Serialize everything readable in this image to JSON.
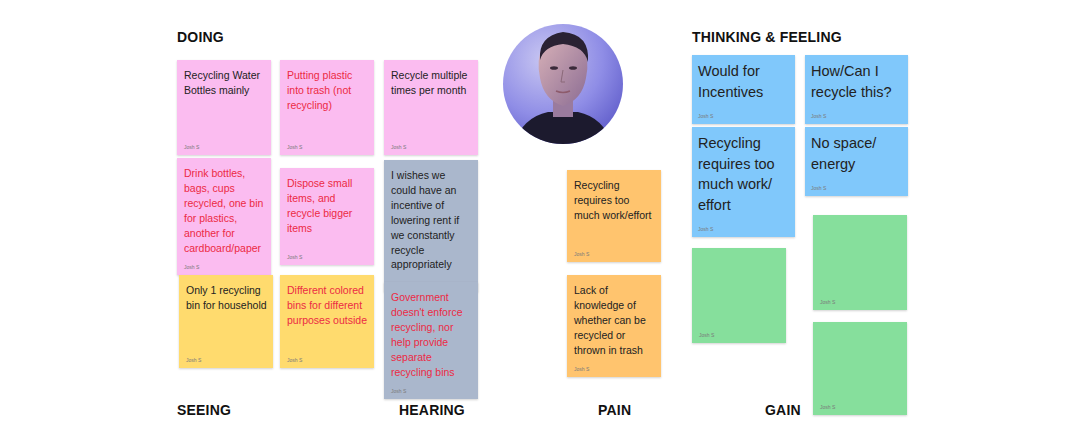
{
  "diagram": {
    "nodes": [
      {
        "text": [
          "Recycling Water Bottles mainly",
          "Josh S"
        ]
      },
      {
        "text": [
          "Putting plastic into trash (not recycling)",
          "Josh S"
        ]
      },
      {
        "text": [
          "Recycle multiple times per month",
          "Josh S"
        ]
      },
      {
        "text": [
          "Drink bottles, bags, cups recycled, one bin for plastics, another for cardboard/paper",
          "Josh S"
        ]
      },
      {
        "text": [
          "Dispose small items, and recycle bigger items",
          "Josh S"
        ]
      },
      {
        "text": [
          "I wishes we could have an incentive of lowering rent if we constantly recycle appropriately",
          "Josh S"
        ]
      },
      {
        "text": [
          "Only 1 recycling bin for household",
          "Josh S"
        ]
      },
      {
        "text": [
          "Different colored bins for different purposes outside",
          "Josh S"
        ]
      },
      {
        "text": [
          "Government doesn't enforce recycling, nor help provide separate recycling bins",
          "Josh S"
        ]
      },
      {
        "text": [
          "Recycling requires too much work/effort",
          "Josh S"
        ]
      },
      {
        "text": [
          "Lack of knowledge of whether can be recycled or thrown in trash",
          "Josh S"
        ]
      },
      {
        "text": [
          "Would for Incentives",
          "Josh S"
        ]
      },
      {
        "text": [
          "How/Can I recycle this?",
          "Josh S"
        ]
      },
      {
        "text": [
          "Recycling requires too much work/ effort",
          "Josh S"
        ]
      },
      {
        "text": [
          "No space/ energy",
          "Josh S"
        ]
      },
      {
        "text": [
          "Josh S"
        ]
      },
      {
        "text": [
          "Josh S"
        ]
      },
      {
        "text": [
          "Josh S"
        ]
      }
    ],
    "labels": [
      "DOING",
      "THINKING & FEELING",
      "SEEING",
      "HEARING",
      "PAIN",
      "GAIN"
    ]
  }
}
